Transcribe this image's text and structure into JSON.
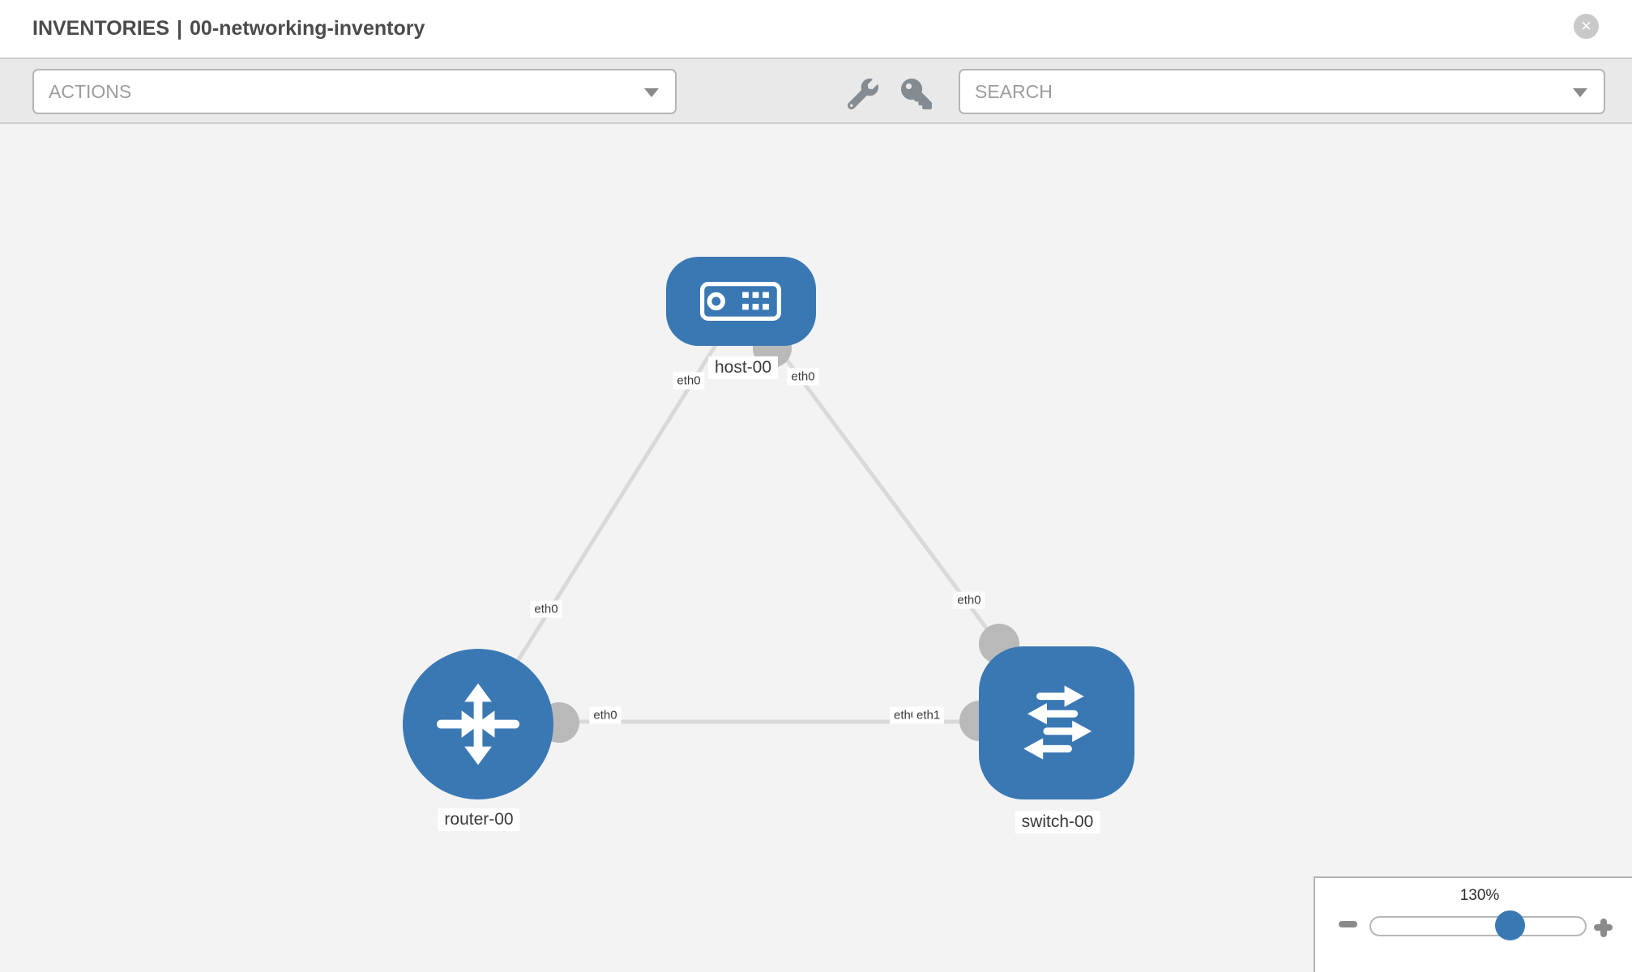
{
  "header": {
    "section": "INVENTORIES",
    "separator": "|",
    "inventory_name": "00-networking-inventory"
  },
  "toolbar": {
    "actions_placeholder": "ACTIONS",
    "search_placeholder": "SEARCH"
  },
  "icons": {
    "close": "circle-x",
    "wrench": "wrench",
    "key": "key",
    "dropdown_caret": "triangle-down",
    "zoom_out": "minus",
    "zoom_in": "plus",
    "host_glyph": "server",
    "router_glyph": "crossed-arrows",
    "switch_glyph": "exchange-arrows"
  },
  "colors": {
    "node_blue": "#3a78b4",
    "link_gray": "#d9d9d9",
    "connector_gray": "#b9b9b9",
    "canvas_bg": "#f3f3f3",
    "toolbar_bg": "#e9e9e9"
  },
  "diagram": {
    "nodes": [
      {
        "id": "host-00",
        "label": "host-00",
        "device_type": "host"
      },
      {
        "id": "router-00",
        "label": "router-00",
        "device_type": "router"
      },
      {
        "id": "switch-00",
        "label": "switch-00",
        "device_type": "switch"
      }
    ],
    "links": [
      {
        "source": "host-00",
        "source_interface": "eth0",
        "target": "router-00",
        "target_interface": "eth0"
      },
      {
        "source": "host-00",
        "source_interface": "eth0",
        "target": "switch-00",
        "target_interface": "eth0"
      },
      {
        "source": "router-00",
        "source_interface": "eth0",
        "target": "switch-00",
        "target_interface": "eth1",
        "overlapped_label": "eth0"
      }
    ]
  },
  "zoom_control": {
    "level": "130%"
  }
}
